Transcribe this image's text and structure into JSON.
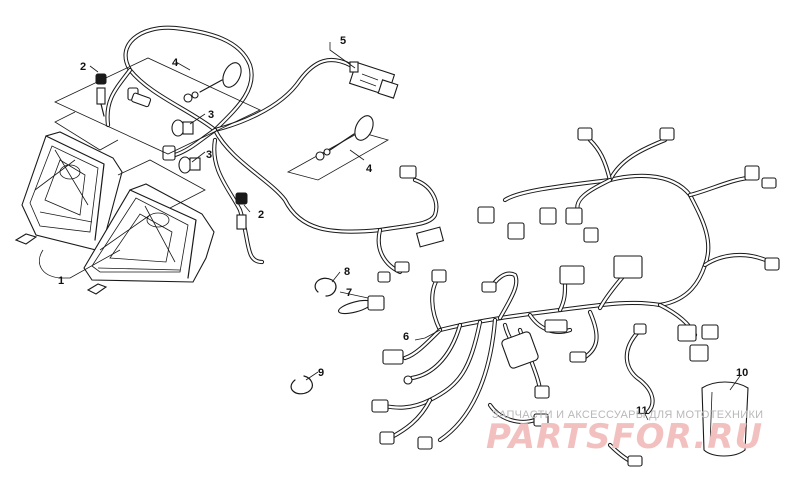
{
  "callouts": [
    {
      "id": "c1a",
      "text": "1"
    },
    {
      "id": "c2a",
      "text": "2"
    },
    {
      "id": "c2b",
      "text": "2"
    },
    {
      "id": "c3a",
      "text": "3"
    },
    {
      "id": "c3b",
      "text": "3"
    },
    {
      "id": "c4a",
      "text": "4"
    },
    {
      "id": "c4b",
      "text": "4"
    },
    {
      "id": "c5",
      "text": "5"
    },
    {
      "id": "c6",
      "text": "6"
    },
    {
      "id": "c7",
      "text": "7"
    },
    {
      "id": "c8",
      "text": "8"
    },
    {
      "id": "c9",
      "text": "9"
    },
    {
      "id": "c10",
      "text": "10"
    },
    {
      "id": "c11",
      "text": "11"
    }
  ],
  "watermark": {
    "caption": "ЗАПЧАСТИ И АКСЕССУАРЫ ДЛЯ МОТОТЕХНИКИ",
    "logo": "PARTSFOR.RU",
    "logo_color": "#f3c0c0"
  }
}
